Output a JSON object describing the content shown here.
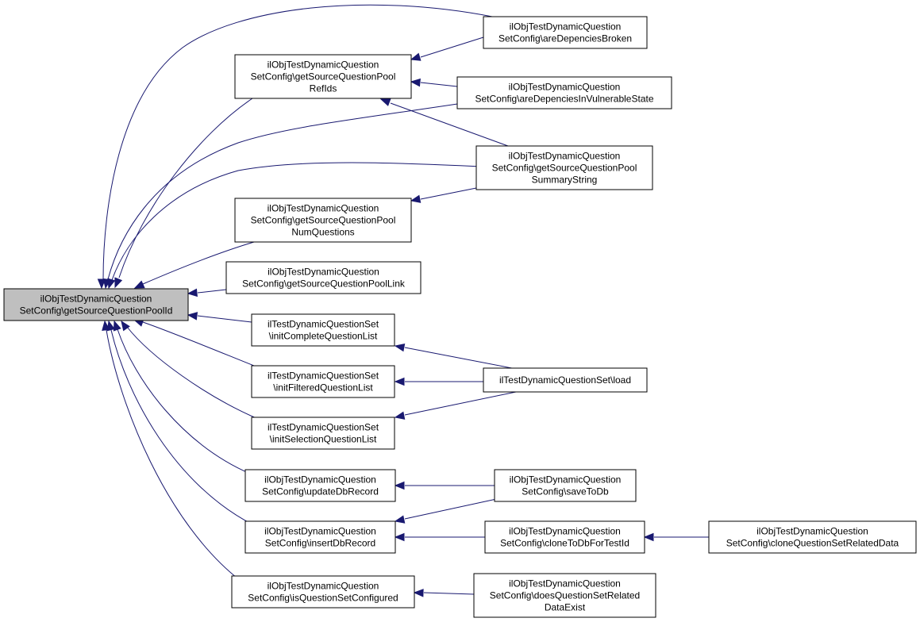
{
  "graph": {
    "type": "call-graph",
    "colors": {
      "root_fill": "#bfbfbf",
      "node_fill": "#ffffff",
      "edge": "#191970",
      "border": "#000000"
    },
    "nodes": [
      {
        "id": "root",
        "lines": [
          "ilObjTestDynamicQuestion",
          "SetConfig\\getSourceQuestionPoolId"
        ],
        "highlight": true
      },
      {
        "id": "n1",
        "lines": [
          "ilObjTestDynamicQuestion",
          "SetConfig\\getSourceQuestionPool",
          "RefIds"
        ]
      },
      {
        "id": "n2",
        "lines": [
          "ilObjTestDynamicQuestion",
          "SetConfig\\areDepenciesBroken"
        ]
      },
      {
        "id": "n3",
        "lines": [
          "ilObjTestDynamicQuestion",
          "SetConfig\\areDepenciesInVulnerableState"
        ]
      },
      {
        "id": "n4",
        "lines": [
          "ilObjTestDynamicQuestion",
          "SetConfig\\getSourceQuestionPool",
          "SummaryString"
        ]
      },
      {
        "id": "n5",
        "lines": [
          "ilObjTestDynamicQuestion",
          "SetConfig\\getSourceQuestionPool",
          "NumQuestions"
        ]
      },
      {
        "id": "n6",
        "lines": [
          "ilObjTestDynamicQuestion",
          "SetConfig\\getSourceQuestionPoolLink"
        ]
      },
      {
        "id": "n7",
        "lines": [
          "ilTestDynamicQuestionSet",
          "\\initCompleteQuestionList"
        ]
      },
      {
        "id": "n8",
        "lines": [
          "ilTestDynamicQuestionSet",
          "\\initFilteredQuestionList"
        ]
      },
      {
        "id": "n9",
        "lines": [
          "ilTestDynamicQuestionSet",
          "\\initSelectionQuestionList"
        ]
      },
      {
        "id": "n10",
        "lines": [
          "ilTestDynamicQuestionSet\\load"
        ]
      },
      {
        "id": "n11",
        "lines": [
          "ilObjTestDynamicQuestion",
          "SetConfig\\updateDbRecord"
        ]
      },
      {
        "id": "n12",
        "lines": [
          "ilObjTestDynamicQuestion",
          "SetConfig\\saveToDb"
        ]
      },
      {
        "id": "n13",
        "lines": [
          "ilObjTestDynamicQuestion",
          "SetConfig\\insertDbRecord"
        ]
      },
      {
        "id": "n14",
        "lines": [
          "ilObjTestDynamicQuestion",
          "SetConfig\\cloneToDbForTestId"
        ]
      },
      {
        "id": "n15",
        "lines": [
          "ilObjTestDynamicQuestion",
          "SetConfig\\cloneQuestionSetRelatedData"
        ]
      },
      {
        "id": "n16",
        "lines": [
          "ilObjTestDynamicQuestion",
          "SetConfig\\isQuestionSetConfigured"
        ]
      },
      {
        "id": "n17",
        "lines": [
          "ilObjTestDynamicQuestion",
          "SetConfig\\doesQuestionSetRelated",
          "DataExist"
        ]
      }
    ],
    "edges": [
      {
        "from": "n1",
        "to": "root"
      },
      {
        "from": "n2",
        "to": "root"
      },
      {
        "from": "n3",
        "to": "root"
      },
      {
        "from": "n4",
        "to": "root"
      },
      {
        "from": "n5",
        "to": "root"
      },
      {
        "from": "n6",
        "to": "root"
      },
      {
        "from": "n7",
        "to": "root"
      },
      {
        "from": "n8",
        "to": "root"
      },
      {
        "from": "n9",
        "to": "root"
      },
      {
        "from": "n11",
        "to": "root"
      },
      {
        "from": "n13",
        "to": "root"
      },
      {
        "from": "n16",
        "to": "root"
      },
      {
        "from": "n2",
        "to": "n1"
      },
      {
        "from": "n3",
        "to": "n1"
      },
      {
        "from": "n4",
        "to": "n1"
      },
      {
        "from": "n4",
        "to": "n5"
      },
      {
        "from": "n10",
        "to": "n7"
      },
      {
        "from": "n10",
        "to": "n8"
      },
      {
        "from": "n10",
        "to": "n9"
      },
      {
        "from": "n12",
        "to": "n11"
      },
      {
        "from": "n12",
        "to": "n13"
      },
      {
        "from": "n14",
        "to": "n13"
      },
      {
        "from": "n15",
        "to": "n14"
      },
      {
        "from": "n17",
        "to": "n16"
      }
    ]
  }
}
